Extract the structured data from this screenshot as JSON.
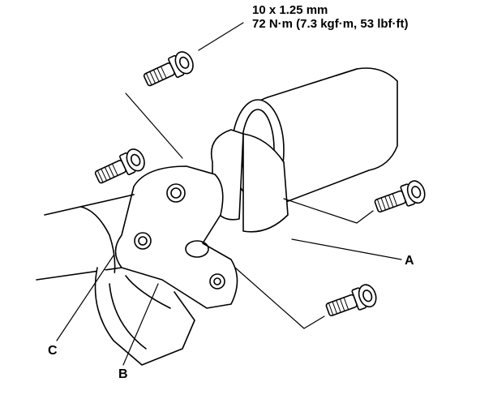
{
  "torque_spec": {
    "line1": "10 x 1.25 mm",
    "line2": "72 N·m (7.3 kgf·m, 53 lbf·ft)"
  },
  "callouts": {
    "a": "A",
    "b": "B",
    "c": "C"
  },
  "colors": {
    "ink": "#000000",
    "paper": "#ffffff"
  }
}
